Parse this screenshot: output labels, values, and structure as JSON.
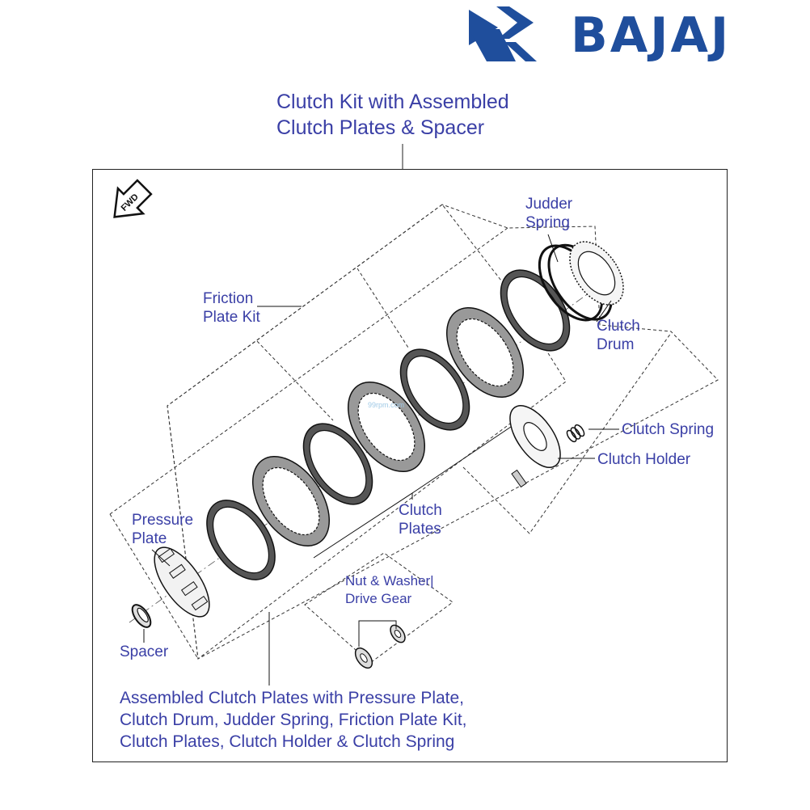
{
  "brand": {
    "name": "BAJAJ",
    "color": "#1f4e9c"
  },
  "label_color": "#3a3fa6",
  "title": {
    "line1": "Clutch Kit with Assembled",
    "line2": "Clutch Plates & Spacer"
  },
  "forward_tag": "FWD",
  "watermark": "99rpm.com",
  "labels": {
    "judder_spring": [
      "Judder",
      "Spring"
    ],
    "friction_plate_kit": [
      "Friction",
      "Plate Kit"
    ],
    "clutch_drum": [
      "Clutch",
      "Drum"
    ],
    "clutch_spring": "Clutch Spring",
    "clutch_holder": "Clutch Holder",
    "pressure_plate": [
      "Pressure",
      "Plate"
    ],
    "clutch_plates": [
      "Clutch",
      "Plates"
    ],
    "nut_washer": [
      "Nut & Washer|",
      "Drive Gear"
    ],
    "spacer": "Spacer"
  },
  "footer": {
    "line1": "Assembled Clutch Plates with Pressure Plate,",
    "line2": "Clutch Drum, Judder Spring, Friction Plate Kit,",
    "line3": "Clutch Plates, Clutch Holder & Clutch Spring"
  }
}
